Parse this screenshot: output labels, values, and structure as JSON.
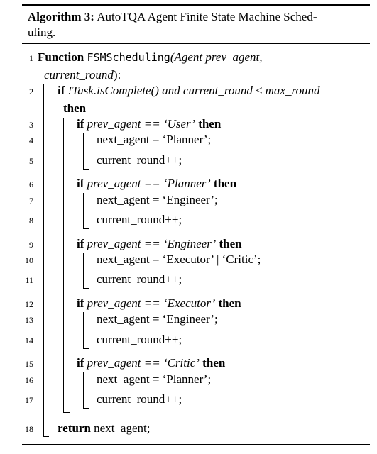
{
  "caption": {
    "label": "Algorithm 3:",
    "title_l1": "AutoTQA Agent Finite State Machine Sched-",
    "title_l2": "uling."
  },
  "lines": {
    "n1": "1",
    "n2": "2",
    "n3": "3",
    "n4": "4",
    "n5": "5",
    "n6": "6",
    "n7": "7",
    "n8": "8",
    "n9": "9",
    "n10": "10",
    "n11": "11",
    "n12": "12",
    "n13": "13",
    "n14": "14",
    "n15": "15",
    "n16": "16",
    "n17": "17",
    "n18": "18"
  },
  "kw": {
    "function": "Function",
    "if": "if",
    "then": "then",
    "return": "return"
  },
  "code": {
    "fn_name": "FSMScheduling",
    "fn_args_l1": "(Agent prev_agent,",
    "fn_args_l2": "current_round",
    "fn_close": "):",
    "cond_main": "!Task.isComplete() and current_round ≤ max_round",
    "cond_user": "prev_agent == ‘User’",
    "cond_planner": "prev_agent == ‘Planner’",
    "cond_engineer": "prev_agent == ‘Engineer’",
    "cond_executor": "prev_agent == ‘Executor’",
    "cond_critic": "prev_agent == ‘Critic’",
    "assign_planner": "next_agent = ‘Planner’;",
    "assign_engineer": "next_agent = ‘Engineer’;",
    "assign_exec_critic": "next_agent = ‘Executor’ | ‘Critic’;",
    "increment": "current_round++;",
    "return_val": "next_agent;"
  }
}
